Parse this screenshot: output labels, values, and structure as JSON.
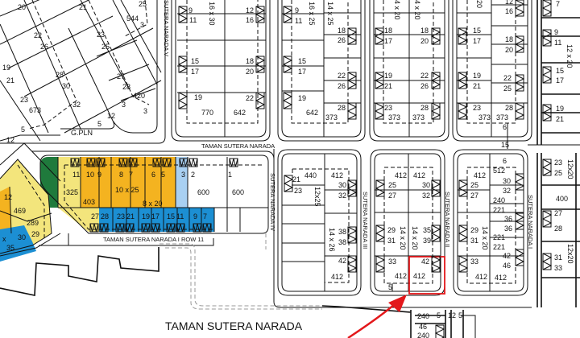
{
  "title": "TAMAN SUTERA NARADA",
  "colors": {
    "yellow_lots": "#f3e57c",
    "orange_lots": "#f4b320",
    "blue_lots": "#1c8fd3",
    "light_blue_lot": "#a9d0f2",
    "green_area": "#1f7a3c",
    "highlight": "#e3181b"
  },
  "highlight": {
    "lot": "42",
    "area": "412",
    "marker": "red-square-with-arrow"
  },
  "streets": {
    "top_road": "TAMAN SUTERA NARADA",
    "row11": "TAMAN SUTERA NARADA I   ROW 11",
    "bottom": "TAMAN SUTERA NARADA",
    "v": "SUTERA NARADA  V",
    "iv": "SUTERA NARADA  IV",
    "iii": "SUTERA NARADA  III",
    "ii": "SUTERA NARADA  II",
    "i": "SUTERA NARADA  I"
  },
  "labels": {
    "top_left": [
      "20",
      "21",
      "25",
      "544",
      "3",
      "22",
      "26",
      "23",
      "25",
      "19",
      "21",
      "28",
      "30",
      "27",
      "28",
      "420",
      "23",
      "673",
      "32",
      "3",
      "3",
      "12",
      "5",
      "5",
      "G.PLN",
      "12"
    ],
    "block_v": [
      "9",
      "11",
      "16 x 30",
      "12",
      "16",
      "15",
      "17",
      "18",
      "20",
      "19",
      "22",
      "770",
      "642"
    ],
    "block_top2": [
      "9",
      "11",
      "16 x 25",
      "14 x 25",
      "18",
      "26",
      "15",
      "17",
      "22",
      "26",
      "19",
      "642",
      "28",
      "373"
    ],
    "block_top3": [
      "4 x 20",
      "4 x 20",
      "18",
      "17",
      "18",
      "20",
      "19",
      "21",
      "22",
      "26",
      "23",
      "28",
      "373",
      "373"
    ],
    "block_top4": [
      "20",
      "12",
      "16",
      "15",
      "17",
      "18",
      "20",
      "22",
      "25",
      "19",
      "21",
      "23",
      "28",
      "373",
      "373",
      "6",
      "15"
    ],
    "right_top": [
      "7",
      "9",
      "11",
      "12 x 20",
      "15",
      "17",
      "19",
      "21"
    ],
    "colored": [
      "11",
      "10",
      "9",
      "8",
      "7",
      "6",
      "5",
      "3",
      "2",
      "1",
      "325",
      "10 x 25",
      "600",
      "600",
      "403",
      "8 x 20",
      "27",
      "28",
      "23",
      "21",
      "19",
      "17",
      "15",
      "11",
      "9",
      "7"
    ],
    "left_yellow": [
      "12",
      "469",
      "289",
      "29",
      "30",
      "x",
      "35"
    ],
    "block_a": [
      "21",
      "440",
      "23",
      "12x25",
      "412",
      "30",
      "32",
      "38",
      "38",
      "14 x 26",
      "42",
      "412"
    ],
    "block_b": [
      "412",
      "412",
      "25",
      "27",
      "30",
      "32",
      "29",
      "31",
      "14 x 20",
      "14 x 20",
      "35",
      "39",
      "33",
      "42",
      "412",
      "412",
      "5"
    ],
    "block_c": [
      "412",
      "512",
      "6",
      "25",
      "27",
      "30",
      "32",
      "240",
      "221",
      "36",
      "36",
      "221",
      "221",
      "42",
      "46",
      "29",
      "31",
      "14 x 20",
      "33",
      "412",
      "412"
    ],
    "right_bottom": [
      "23",
      "25",
      "12x20",
      "400",
      "27",
      "28",
      "31",
      "33",
      "12x20"
    ],
    "bottom": [
      "240",
      "5",
      "12",
      "5",
      "46",
      "240"
    ]
  }
}
